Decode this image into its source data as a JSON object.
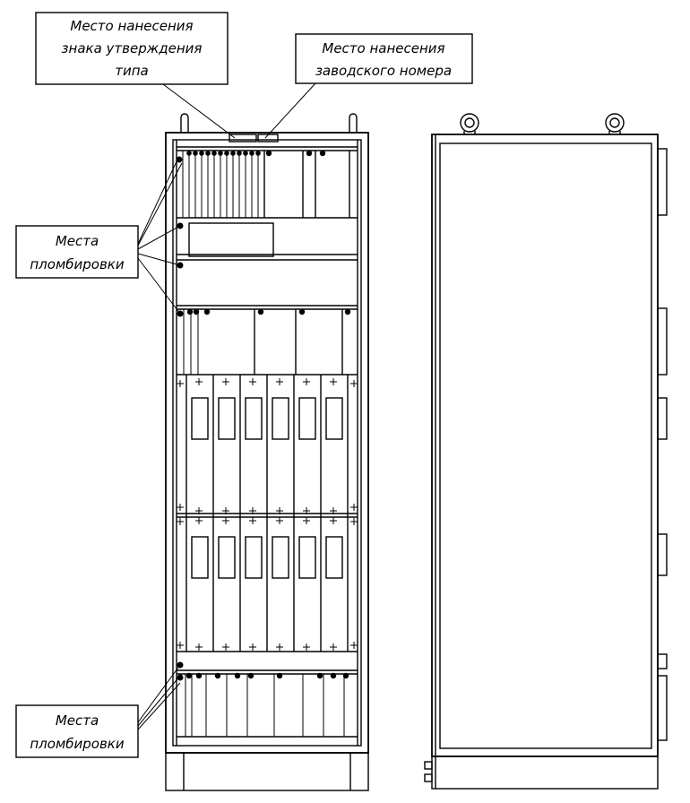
{
  "labels": {
    "type_mark_line1": "Место нанесения",
    "type_mark_line2": "знака утверждения",
    "type_mark_line3": "типа",
    "serial_line1": "Место нанесения",
    "serial_line2": "заводского номера",
    "seal_top_line1": "Места",
    "seal_top_line2": "пломбировки",
    "seal_bottom_line1": "Места",
    "seal_bottom_line2": "пломбировки"
  },
  "colors": {
    "line": "#000000",
    "background": "#ffffff"
  }
}
